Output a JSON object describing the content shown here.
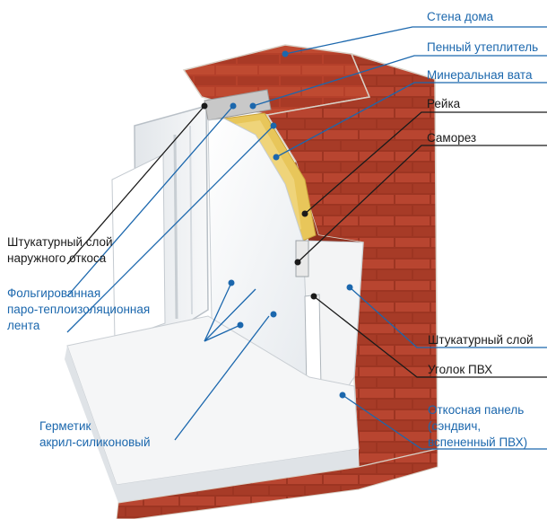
{
  "labels": {
    "wall": "Стена дома",
    "foam": "Пенный утеплитель",
    "mineral_wool": "Минеральная вата",
    "batten": "Рейка",
    "screw": "Саморез",
    "outer_plaster_1": "Штукатурный слой",
    "outer_plaster_2": "наружного откоса",
    "foil_tape_1": "Фольгированная",
    "foil_tape_2": "паро-теплоизоляционная",
    "foil_tape_3": "лента",
    "plaster": "Штукатурный слой",
    "pvc_corner": "Уголок ПВХ",
    "sealant_1": "Герметик",
    "sealant_2": "акрил-силиконовый",
    "panel_1": "Откосная панель",
    "panel_2": "(сэндвич,",
    "panel_3": "вспененный ПВХ)"
  },
  "colors": {
    "brick": "#b5402a",
    "mortar": "#d9d2c8",
    "wool": "#e8c65a",
    "pvc": "#f4f6f7",
    "line_blue": "#1b67ad",
    "line_dark": "#1a1a1a"
  }
}
